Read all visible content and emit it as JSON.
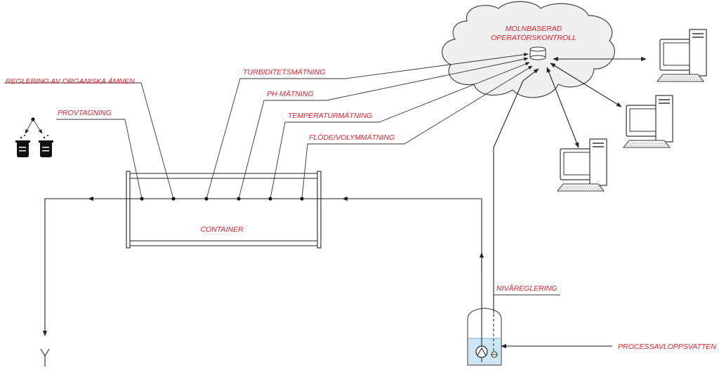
{
  "cloud": {
    "label_line1": "MOLNBASERAD",
    "label_line2": "OPERATÖRSKONTROLL",
    "server_icon": "database-icon"
  },
  "labels": {
    "organic": "REGLERING AV ORGANISKA ÄMNEN",
    "sampling": "PROVTAGNING",
    "turbidity": "TURBIDITETSMÄTNING",
    "ph": "PH-MÄTNING",
    "temperature": "TEMPERATURMÄTNING",
    "flow": "FLÖDE/VOLYMMÄTNING",
    "container": "CONTAINER",
    "level": "NIVÅREGLERING",
    "process_water": "PROCESSAVLOPPSVATTEN"
  },
  "icons": {
    "computers": [
      "computer-icon",
      "computer-icon",
      "computer-icon"
    ],
    "beakers": [
      "beaker-icon",
      "beaker-icon"
    ],
    "pump": "pump-icon",
    "tank": "tank-icon",
    "outlet": "outlet-icon"
  },
  "colors": {
    "label_red": "#e8202a",
    "line": "#222222",
    "cloud_fill": "#f0f0f0",
    "water": "#cde6f5"
  }
}
